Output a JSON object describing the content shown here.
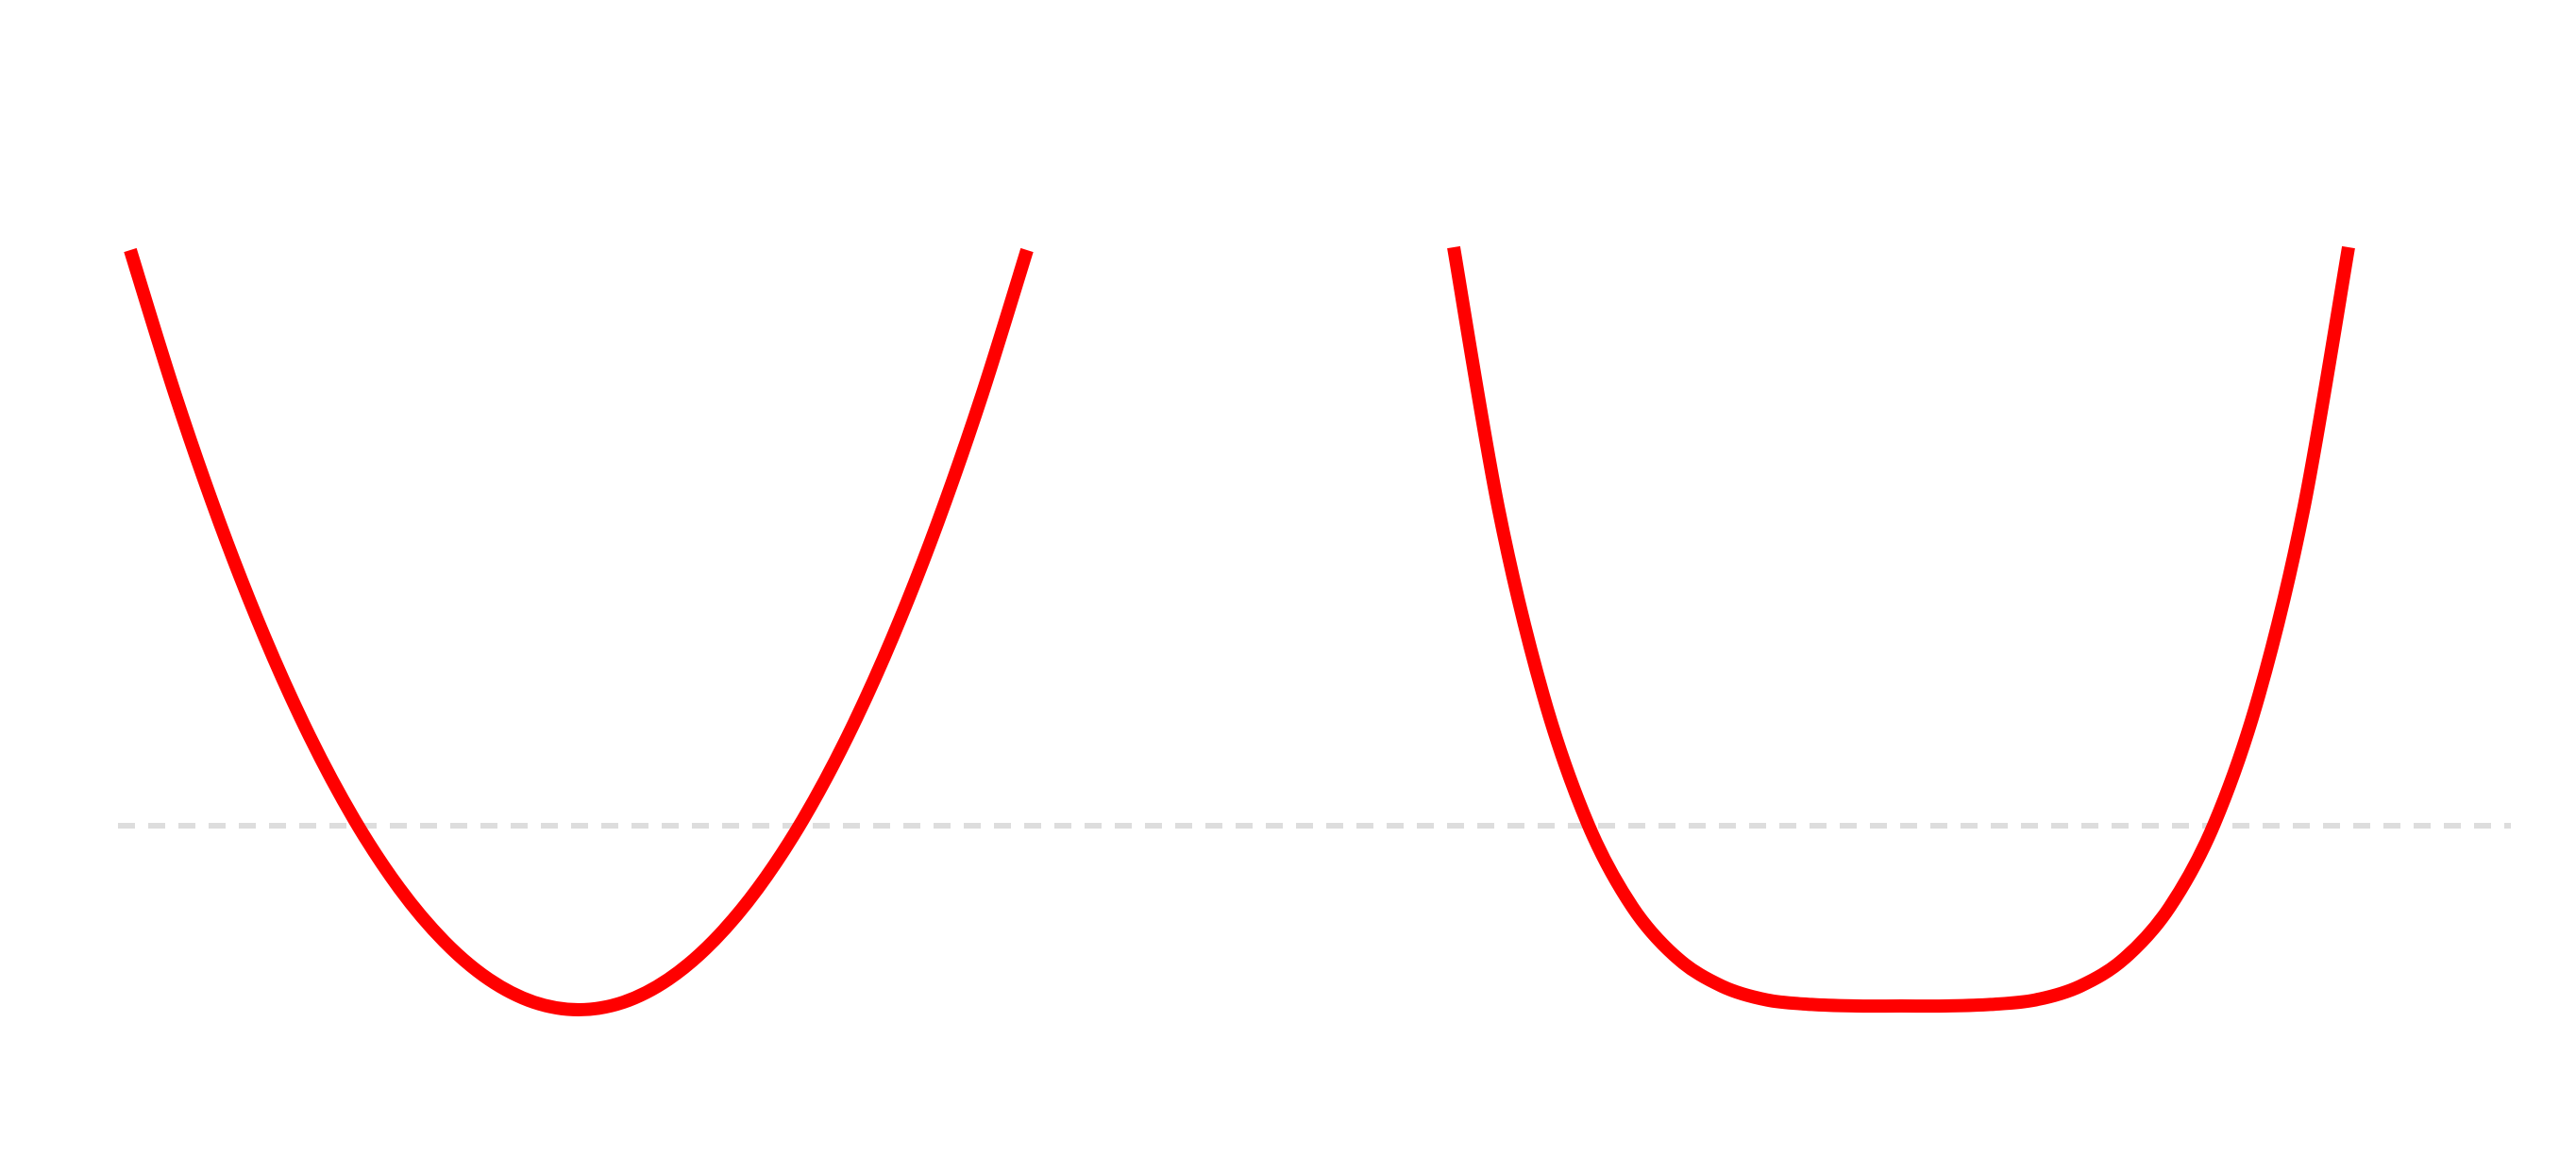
{
  "colors": {
    "curve": "#ff0000",
    "reference_line": "#dddddd",
    "background": "#ffffff"
  },
  "chart_data": [
    {
      "type": "line",
      "grid": false,
      "legend": "none",
      "x": [
        -1.0,
        -0.9,
        -0.8,
        -0.7,
        -0.6,
        -0.5,
        -0.4,
        -0.3,
        -0.2,
        -0.1,
        0.0,
        0.1,
        0.2,
        0.3,
        0.4,
        0.5,
        0.6,
        0.7,
        0.8,
        0.9,
        1.0
      ],
      "series": [
        {
          "values": [
            1.0,
            0.81,
            0.64,
            0.49,
            0.36,
            0.25,
            0.16,
            0.09,
            0.04,
            0.01,
            0.0,
            0.01,
            0.04,
            0.09,
            0.16,
            0.25,
            0.36,
            0.49,
            0.64,
            0.81,
            1.0
          ]
        }
      ],
      "reference_lines": [
        {
          "y": 0.23,
          "style": "dashed"
        }
      ],
      "xlim": [
        -1.0,
        1.0
      ],
      "ylim": [
        0.0,
        1.0
      ]
    },
    {
      "type": "line",
      "grid": false,
      "legend": "none",
      "x": [
        -1.0,
        -0.9,
        -0.8,
        -0.7,
        -0.6,
        -0.5,
        -0.4,
        -0.3,
        -0.2,
        -0.1,
        0.0,
        0.1,
        0.2,
        0.3,
        0.4,
        0.5,
        0.6,
        0.7,
        0.8,
        0.9,
        1.0
      ],
      "series": [
        {
          "values": [
            1.0,
            0.656,
            0.41,
            0.24,
            0.13,
            0.063,
            0.026,
            0.008,
            0.002,
            0.0,
            0.0,
            0.0,
            0.002,
            0.008,
            0.026,
            0.063,
            0.13,
            0.24,
            0.41,
            0.656,
            1.0
          ]
        }
      ],
      "reference_lines": [
        {
          "y": 0.23,
          "style": "dashed"
        }
      ],
      "xlim": [
        -1.0,
        1.0
      ],
      "ylim": [
        0.0,
        1.0
      ]
    }
  ]
}
